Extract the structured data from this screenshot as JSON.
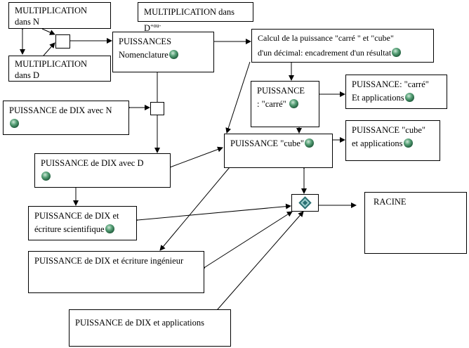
{
  "boxes": {
    "mult_n": {
      "line1": "MULTIPLICATION",
      "line2": "dans N"
    },
    "mult_d_header": {
      "text": "MULTIPLICATION dans D",
      "sup": "+ou-"
    },
    "mult_d": {
      "line1": "MULTIPLICATION",
      "line2": "dans   D"
    },
    "puissances": {
      "line1": "PUISSANCES",
      "line2": "Nomenclature"
    },
    "calcul": {
      "line1": "Calcul de la puissance \"carré \" et \"cube\"",
      "line2": "d'un décimal: encadrement d'un résultat"
    },
    "dix_n": {
      "line1": "PUISSANCE de DIX avec N"
    },
    "carre": {
      "line1": "PUISSANCE",
      "line2": ": \"carré\""
    },
    "carre_apps": {
      "line1": "PUISSANCE: \"carré\"",
      "line2": "Et applications"
    },
    "cube": {
      "line1": "PUISSANCE \"cube\""
    },
    "cube_apps": {
      "line1": "PUISSANCE \"cube\"",
      "line2": "et applications"
    },
    "dix_d": {
      "line1": "PUISSANCE de DIX avec  D"
    },
    "racine": {
      "line1": "RACINE"
    },
    "dix_sci": {
      "line1": "PUISSANCE de DIX et",
      "line2": "écriture scientifique"
    },
    "dix_ing": {
      "line1": "PUISSANCE de DIX et écriture ingénieur"
    },
    "dix_apps": {
      "line1": "PUISSANCE de DIX et applications"
    }
  }
}
